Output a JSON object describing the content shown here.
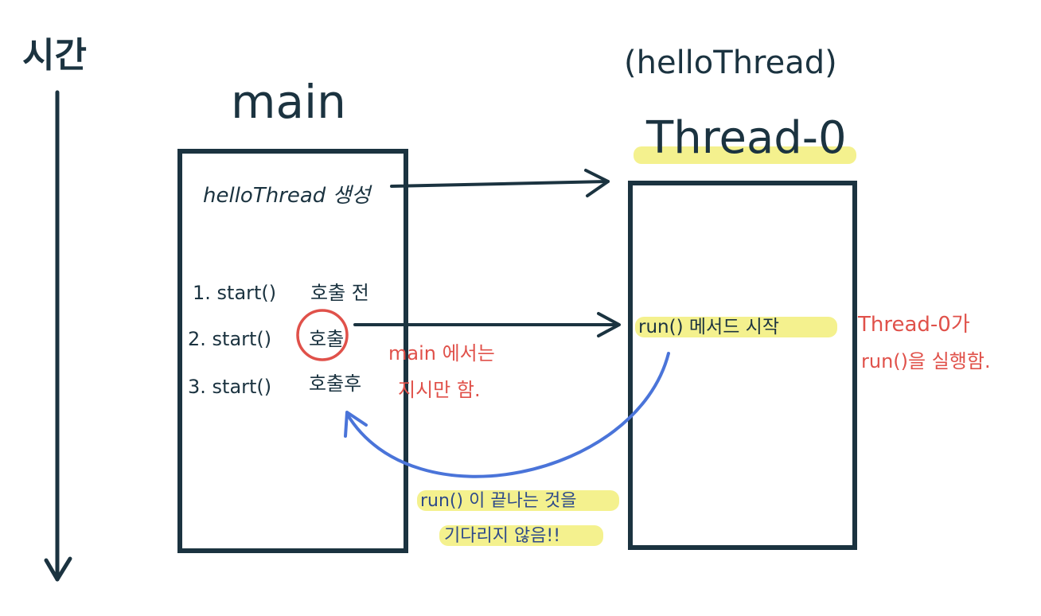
{
  "colors": {
    "ink": "#1b3340",
    "highlight": "#f2ef7a",
    "red_note": "#e0514a",
    "blue_arrow": "#4a74d9"
  },
  "time_label": "시간",
  "main_thread": {
    "title": "main",
    "create_step": "helloThread 생성",
    "steps": [
      {
        "prefix": "1. start() ",
        "suffix": "호출 전"
      },
      {
        "prefix": "2. start() ",
        "circled": "호출"
      },
      {
        "prefix": "3. start() ",
        "suffix": "호출후"
      }
    ]
  },
  "worker_thread": {
    "subtitle": "(helloThread)",
    "title": "Thread-0",
    "run_start": "run() 메서드 시작"
  },
  "notes": {
    "main_only_instructs": [
      "main 에서는",
      "지시만 함."
    ],
    "thread0_runs": [
      "Thread-0가",
      "run()을 실행함."
    ],
    "no_wait": [
      "run() 이 끝나는 것을",
      "기다리지 않음!!"
    ]
  }
}
